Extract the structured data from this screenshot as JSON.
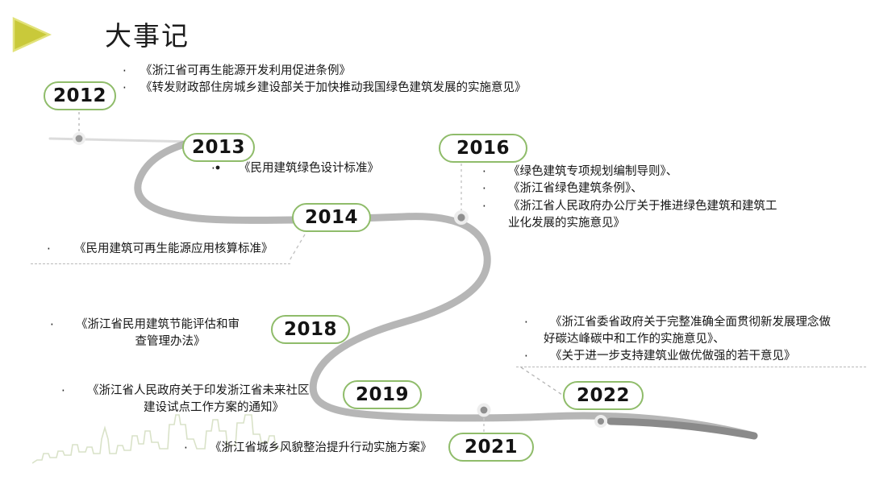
{
  "header": {
    "title": "大事记",
    "logo_icon": "play-triangle-icon",
    "logo_color": "#c8c832"
  },
  "theme": {
    "pill_border": "#8fbc6a",
    "path_color": "#9e9e9e",
    "path_faint": "#d6d6d6",
    "text_color": "#161616",
    "dash_color": "#b9b9b9",
    "skyline_color": "#d9e2c8"
  },
  "timeline": {
    "bullet_char": "·",
    "events": [
      {
        "id": "2012",
        "year": "2012",
        "items": [
          "《浙江省可再生能源开发利用促进条例》",
          "《转发财政部住房城乡建设部关于加快推动我国绿色建筑发展的实施意见》"
        ]
      },
      {
        "id": "2013",
        "year": "2013",
        "items": [
          "《民用建筑绿色设计标准》"
        ]
      },
      {
        "id": "2014",
        "year": "2014",
        "items": [
          "《民用建筑可再生能源应用核算标准》"
        ]
      },
      {
        "id": "2016",
        "year": "2016",
        "items": [
          "《绿色建筑专项规划编制导则》、",
          "《浙江省绿色建筑条例》、",
          "《浙江省人民政府办公厅关于推进绿色建筑和建筑工业化发展的实施意见》"
        ],
        "items_wrapped": [
          "《浙江省人民政府办公厅关于推进绿色建筑和建筑工",
          "业化发展的实施意见》"
        ]
      },
      {
        "id": "2018",
        "year": "2018",
        "items_wrapped": [
          "《浙江省民用建筑节能评估和审",
          "查管理办法》"
        ]
      },
      {
        "id": "2019",
        "year": "2019",
        "items_wrapped": [
          "《浙江省人民政府关于印发浙江省未来社区",
          "建设试点工作方案的通知》"
        ]
      },
      {
        "id": "2021",
        "year": "2021",
        "items": [
          "《浙江省城乡风貌整治提升行动实施方案》"
        ]
      },
      {
        "id": "2022",
        "year": "2022",
        "items_wrapped": [
          "《浙江省委省政府关于完整准确全面贯彻新发展理念做",
          "好碳达峰碳中和工作的实施意见》、",
          "《关于进一步支持建筑业做优做强的若干意见》"
        ]
      }
    ]
  }
}
